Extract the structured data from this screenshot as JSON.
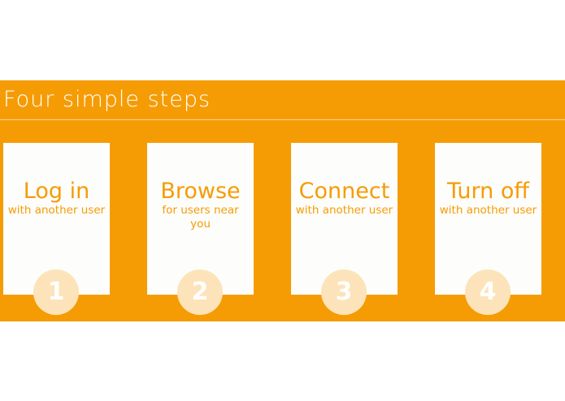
{
  "section": {
    "title": "Four simple steps",
    "accent_color": "#f59c05",
    "card_color": "#fdfdfb",
    "badge_color": "#fde3b9"
  },
  "steps": [
    {
      "number": "1",
      "title": "Log in",
      "description": "with another user"
    },
    {
      "number": "2",
      "title": "Browse",
      "description": "for users near you"
    },
    {
      "number": "3",
      "title": "Connect",
      "description": "with another user"
    },
    {
      "number": "4",
      "title": "Turn off",
      "description": "with another user"
    }
  ]
}
